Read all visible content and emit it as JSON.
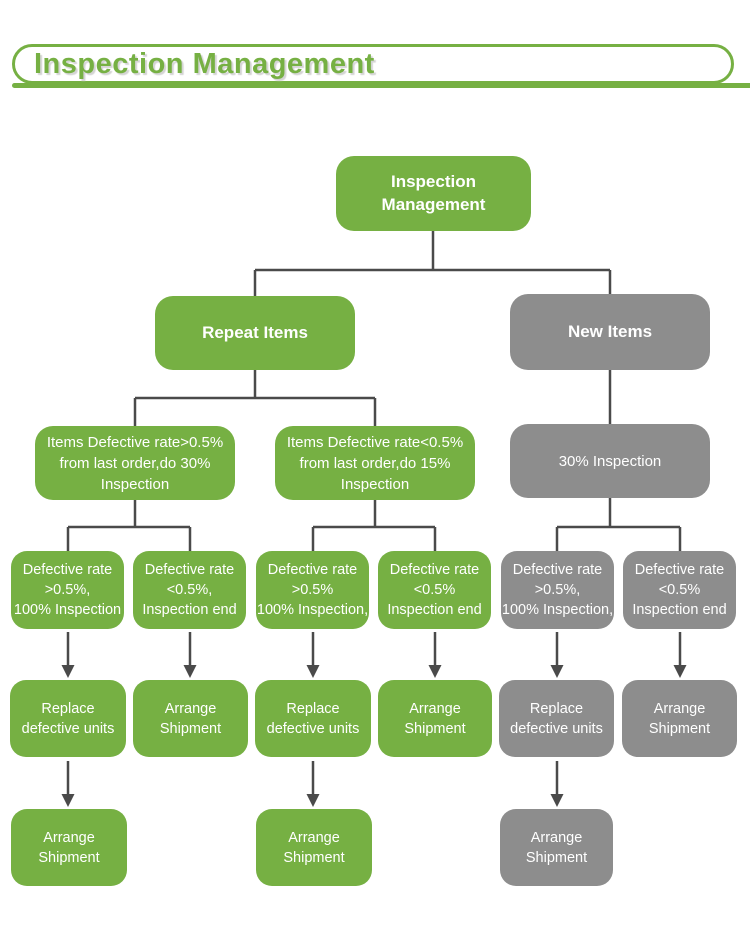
{
  "header": {
    "title": "Inspection Management"
  },
  "colors": {
    "green": "#76b043",
    "gray": "#8d8d8d",
    "line": "#4a4a4a",
    "node_text": "#ffffff"
  },
  "nodes": {
    "root": "Inspection\nManagement",
    "repeat_items": "Repeat Items",
    "new_items": "New Items",
    "repeat_high": "Items Defective rate>0.5%\nfrom last order,do 30%\nInspection",
    "repeat_low": "Items Defective rate<0.5%\nfrom last order,do 15%\nInspection",
    "new_inspection": "30% Inspection",
    "l4": [
      "Defective rate\n>0.5%,\n100% Inspection",
      "Defective rate\n<0.5%,\nInspection end",
      "Defective rate\n>0.5%\n100% Inspection,",
      "Defective rate\n<0.5%\nInspection end",
      "Defective rate\n>0.5%,\n100% Inspection,",
      "Defective rate\n<0.5%\nInspection end"
    ],
    "l5": [
      "Replace\ndefective units",
      "Arrange\nShipment",
      "Replace\ndefective units",
      "Arrange\nShipment",
      "Replace\ndefective units",
      "Arrange\nShipment"
    ],
    "l6": [
      "Arrange\nShipment",
      "Arrange\nShipment",
      "Arrange\nShipment"
    ]
  }
}
